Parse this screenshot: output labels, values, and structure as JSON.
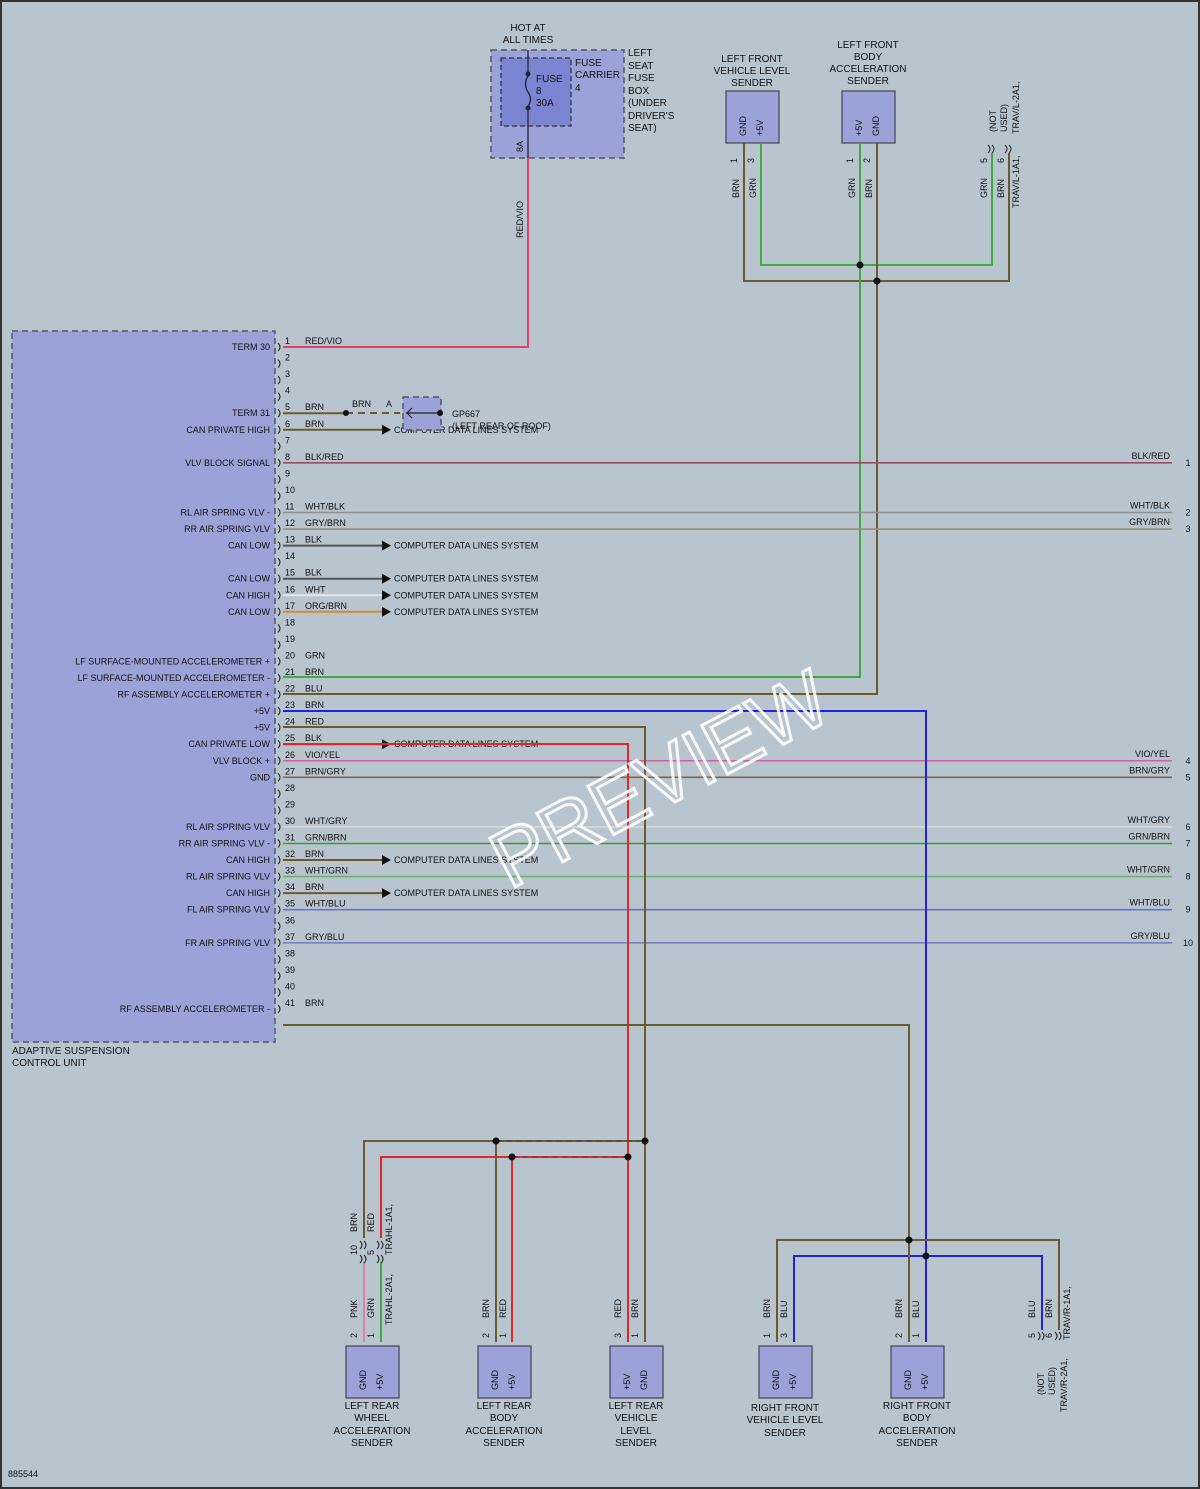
{
  "fuse": {
    "hot_label_1": "HOT AT",
    "hot_label_2": "ALL TIMES",
    "fuse_l1": "FUSE",
    "fuse_l2": "8",
    "fuse_l3": "30A",
    "carrier_l1": "FUSE",
    "carrier_l2": "CARRIER",
    "carrier_l3": "4",
    "box_l1": "LEFT",
    "box_l2": "SEAT",
    "box_l3": "FUSE",
    "box_l4": "BOX",
    "box_l5": "(UNDER",
    "box_l6": "DRIVER'S",
    "box_l7": "SEAT)",
    "pin": "8A",
    "wire": "RED/VIO"
  },
  "top_sensors": {
    "lf_level": {
      "l1": "LEFT FRONT",
      "l2": "VEHICLE LEVEL",
      "l3": "SENDER",
      "t1": "GND",
      "t2": "+5V",
      "p1": "1",
      "p2": "3",
      "w1": "BRN",
      "w2": "GRN"
    },
    "lf_body": {
      "l1": "LEFT FRONT",
      "l2": "BODY",
      "l3": "ACCELERATION",
      "l4": "SENDER",
      "t1": "+5V",
      "t2": "GND",
      "p1": "1",
      "p2": "2",
      "w1": "GRN",
      "w2": "BRN"
    },
    "trav": {
      "n1": "(NOT",
      "n2": "USED)",
      "n3": "TRAV/L-2A1,",
      "n4": "TRAV/L-1A1,",
      "p1": "5",
      "p2": "6",
      "w1": "GRN",
      "w2": "BRN"
    }
  },
  "module": {
    "name_l1": "ADAPTIVE SUSPENSION",
    "name_l2": "CONTROL UNIT",
    "ground_pin": "A",
    "ground_wire": "BRN",
    "ground_id": "GP667",
    "ground_loc": "(LEFT REAR OF ROOF)",
    "cdls": "COMPUTER DATA LINES SYSTEM",
    "pins": [
      {
        "n": "1",
        "func": "TERM 30",
        "wire": "RED/VIO",
        "right": "",
        "rnum": "",
        "color": "#e0406a",
        "cdl": false
      },
      {
        "n": "2",
        "func": "",
        "wire": "",
        "right": "",
        "rnum": "",
        "color": "",
        "cdl": false
      },
      {
        "n": "3",
        "func": "",
        "wire": "",
        "right": "",
        "rnum": "",
        "color": "",
        "cdl": false
      },
      {
        "n": "4",
        "func": "",
        "wire": "",
        "right": "",
        "rnum": "",
        "color": "",
        "cdl": false
      },
      {
        "n": "5",
        "func": "TERM 31",
        "wire": "BRN",
        "right": "",
        "rnum": "",
        "color": "#6b5a2e",
        "cdl": false
      },
      {
        "n": "6",
        "func": "CAN PRIVATE HIGH",
        "wire": "BRN",
        "right": "",
        "rnum": "",
        "color": "#6b5a2e",
        "cdl": true
      },
      {
        "n": "7",
        "func": "",
        "wire": "",
        "right": "",
        "rnum": "",
        "color": "",
        "cdl": false
      },
      {
        "n": "8",
        "func": "VLV BLOCK SIGNAL",
        "wire": "BLK/RED",
        "right": "BLK/RED",
        "rnum": "1",
        "color": "#9a4a62",
        "cdl": false
      },
      {
        "n": "9",
        "func": "",
        "wire": "",
        "right": "",
        "rnum": "",
        "color": "",
        "cdl": false
      },
      {
        "n": "10",
        "func": "",
        "wire": "",
        "right": "",
        "rnum": "",
        "color": "",
        "cdl": false
      },
      {
        "n": "11",
        "func": "RL AIR SPRING VLV -",
        "wire": "WHT/BLK",
        "right": "WHT/BLK",
        "rnum": "2",
        "color": "#8f8f8f",
        "cdl": false
      },
      {
        "n": "12",
        "func": "RR AIR SPRING VLV",
        "wire": "GRY/BRN",
        "right": "GRY/BRN",
        "rnum": "3",
        "color": "#9a9070",
        "cdl": false
      },
      {
        "n": "13",
        "func": "CAN LOW",
        "wire": "BLK",
        "right": "",
        "rnum": "",
        "color": "#555",
        "cdl": true
      },
      {
        "n": "14",
        "func": "",
        "wire": "",
        "right": "",
        "rnum": "",
        "color": "",
        "cdl": false
      },
      {
        "n": "15",
        "func": "CAN LOW",
        "wire": "BLK",
        "right": "",
        "rnum": "",
        "color": "#555",
        "cdl": true
      },
      {
        "n": "16",
        "func": "CAN HIGH",
        "wire": "WHT",
        "right": "",
        "rnum": "",
        "color": "#e8e8e8",
        "cdl": true
      },
      {
        "n": "17",
        "func": "CAN LOW",
        "wire": "ORG/BRN",
        "right": "",
        "rnum": "",
        "color": "#d48a30",
        "cdl": true
      },
      {
        "n": "18",
        "func": "",
        "wire": "",
        "right": "",
        "rnum": "",
        "color": "",
        "cdl": false
      },
      {
        "n": "19",
        "func": "",
        "wire": "",
        "right": "",
        "rnum": "",
        "color": "",
        "cdl": false
      },
      {
        "n": "20",
        "func": "LF SURFACE-MOUNTED ACCELEROMETER +",
        "wire": "GRN",
        "right": "",
        "rnum": "",
        "color": "#3caa3c",
        "cdl": false
      },
      {
        "n": "21",
        "func": "LF SURFACE-MOUNTED ACCELEROMETER -",
        "wire": "BRN",
        "right": "",
        "rnum": "",
        "color": "#6b5a2e",
        "cdl": false
      },
      {
        "n": "22",
        "func": "RF ASSEMBLY ACCELEROMETER +",
        "wire": "BLU",
        "right": "",
        "rnum": "",
        "color": "#2222dd",
        "cdl": false
      },
      {
        "n": "23",
        "func": "+5V",
        "wire": "BRN",
        "right": "",
        "rnum": "",
        "color": "#6b5a2e",
        "cdl": false
      },
      {
        "n": "24",
        "func": "+5V",
        "wire": "RED",
        "right": "",
        "rnum": "",
        "color": "#e02828",
        "cdl": false
      },
      {
        "n": "25",
        "func": "CAN PRIVATE LOW",
        "wire": "BLK",
        "right": "",
        "rnum": "",
        "color": "#555",
        "cdl": true
      },
      {
        "n": "26",
        "func": "VLV BLOCK +",
        "wire": "VIO/YEL",
        "right": "VIO/YEL",
        "rnum": "4",
        "color": "#d060a0",
        "cdl": false
      },
      {
        "n": "27",
        "func": "GND",
        "wire": "BRN/GRY",
        "right": "BRN/GRY",
        "rnum": "5",
        "color": "#7a6a40",
        "cdl": false
      },
      {
        "n": "28",
        "func": "",
        "wire": "",
        "right": "",
        "rnum": "",
        "color": "",
        "cdl": false
      },
      {
        "n": "29",
        "func": "",
        "wire": "",
        "right": "",
        "rnum": "",
        "color": "",
        "cdl": false
      },
      {
        "n": "30",
        "func": "RL AIR SPRING VLV",
        "wire": "WHT/GRY",
        "right": "WHT/GRY",
        "rnum": "6",
        "color": "#d8d8d8",
        "cdl": false
      },
      {
        "n": "31",
        "func": "RR AIR SPRING VLV -",
        "wire": "GRN/BRN",
        "right": "GRN/BRN",
        "rnum": "7",
        "color": "#3c9a30",
        "cdl": false
      },
      {
        "n": "32",
        "func": "CAN HIGH",
        "wire": "BRN",
        "right": "",
        "rnum": "",
        "color": "#6b5a2e",
        "cdl": true
      },
      {
        "n": "33",
        "func": "RL AIR SPRING VLV",
        "wire": "WHT/GRN",
        "right": "WHT/GRN",
        "rnum": "8",
        "color": "#70b070",
        "cdl": false
      },
      {
        "n": "34",
        "func": "CAN HIGH",
        "wire": "BRN",
        "right": "",
        "rnum": "",
        "color": "#6b5a2e",
        "cdl": true
      },
      {
        "n": "35",
        "func": "FL AIR SPRING VLV",
        "wire": "WHT/BLU",
        "right": "WHT/BLU",
        "rnum": "9",
        "color": "#6a70d0",
        "cdl": false
      },
      {
        "n": "36",
        "func": "",
        "wire": "",
        "right": "",
        "rnum": "",
        "color": "",
        "cdl": false
      },
      {
        "n": "37",
        "func": "FR AIR SPRING VLV",
        "wire": "GRY/BLU",
        "right": "GRY/BLU",
        "rnum": "10",
        "color": "#7880c8",
        "cdl": false
      },
      {
        "n": "38",
        "func": "",
        "wire": "",
        "right": "",
        "rnum": "",
        "color": "",
        "cdl": false
      },
      {
        "n": "39",
        "func": "",
        "wire": "",
        "right": "",
        "rnum": "",
        "color": "",
        "cdl": false
      },
      {
        "n": "40",
        "func": "",
        "wire": "",
        "right": "",
        "rnum": "",
        "color": "",
        "cdl": false
      },
      {
        "n": "41",
        "func": "RF ASSEMBLY ACCELEROMETER -",
        "wire": "BRN",
        "right": "",
        "rnum": "",
        "color": "#6b5a2e",
        "cdl": false
      }
    ]
  },
  "bottom": {
    "lr_wheel": {
      "l1": "LEFT REAR",
      "l2": "WHEEL",
      "l3": "ACCELERATION",
      "l4": "SENDER",
      "t1": "GND",
      "t2": "+5V",
      "p1": "2",
      "p2": "1",
      "w1": "PNK",
      "w2": "GRN",
      "conn": "TRAHL-2A1,",
      "conn2": "TRAHL-1A1,",
      "up1": "10",
      "up2": "5",
      "uw1": "BRN",
      "uw2": "RED"
    },
    "lr_body": {
      "l1": "LEFT REAR",
      "l2": "BODY",
      "l3": "ACCELERATION",
      "l4": "SENDER",
      "t1": "GND",
      "t2": "+5V",
      "p1": "2",
      "p2": "1",
      "w1": "BRN",
      "w2": "RED"
    },
    "lr_level": {
      "l1": "LEFT REAR",
      "l2": "VEHICLE",
      "l3": "LEVEL",
      "l4": "SENDER",
      "t1": "+5V",
      "t2": "GND",
      "p1": "3",
      "p2": "1",
      "w1": "RED",
      "w2": "BRN"
    },
    "rf_level": {
      "l1": "RIGHT FRONT",
      "l2": "VEHICLE LEVEL",
      "l3": "SENDER",
      "t1": "GND",
      "t2": "+5V",
      "p1": "1",
      "p2": "3",
      "w1": "BRN",
      "w2": "BLU"
    },
    "rf_body": {
      "l1": "RIGHT FRONT",
      "l2": "BODY",
      "l3": "ACCELERATION",
      "l4": "SENDER",
      "t1": "GND",
      "t2": "+5V",
      "p1": "2",
      "p2": "1",
      "w1": "BRN",
      "w2": "BLU"
    },
    "trav_r": {
      "n1": "(NOT",
      "n2": "USED)",
      "n3": "TRAV/R-2A1,",
      "n4": "TRAV/R-1A1,",
      "p1": "5",
      "p2": "6",
      "w1": "BLU",
      "w2": "BRN"
    }
  },
  "footer_id": "885544",
  "watermark": "PREVIEW",
  "colors": {
    "red_vio": "#e0406a",
    "brn": "#6b5a2e",
    "grn": "#3caa3c",
    "blu": "#2222dd",
    "red": "#e02828",
    "pnk": "#e080a0"
  }
}
